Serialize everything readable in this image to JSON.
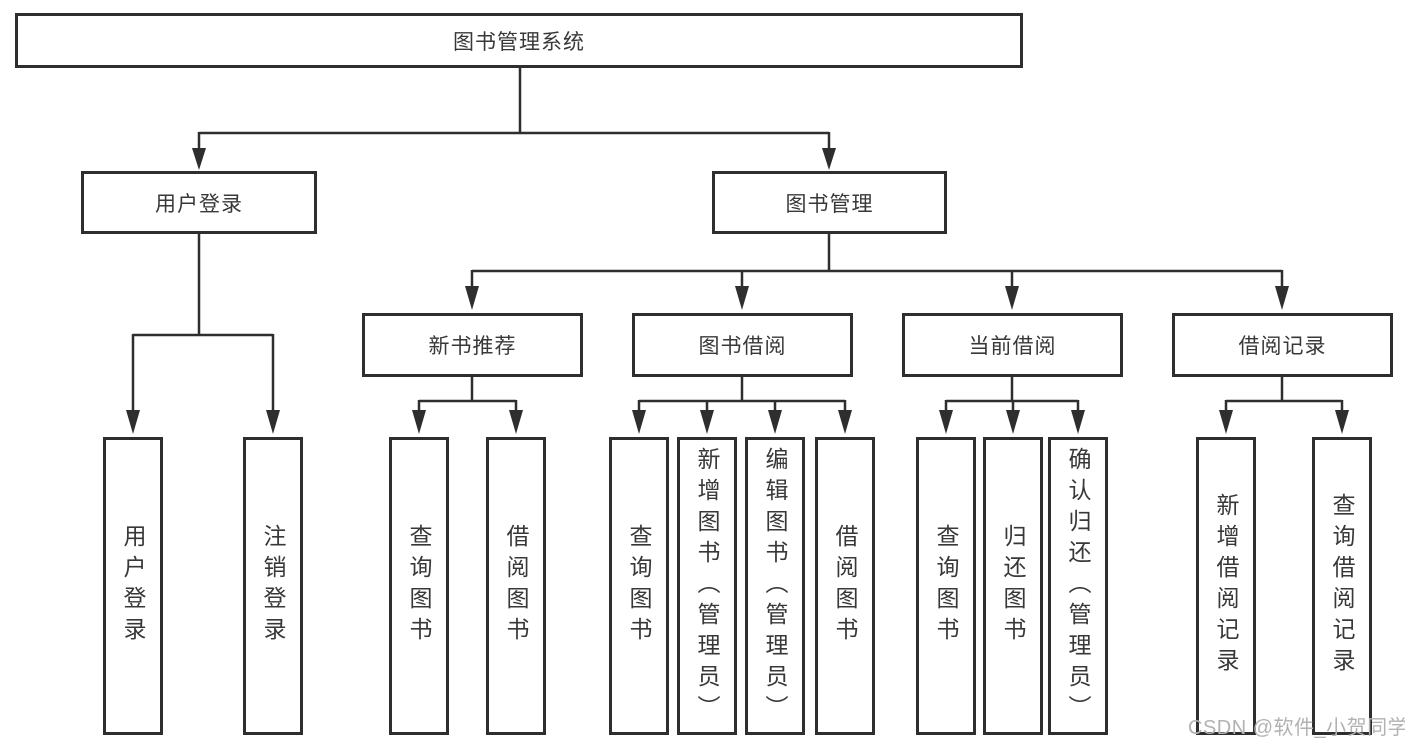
{
  "diagram": {
    "root": {
      "label": "图书管理系统"
    },
    "login": {
      "label": "用户登录",
      "children": [
        "用户登录",
        "注销登录"
      ]
    },
    "management": {
      "label": "图书管理",
      "sections": [
        {
          "label": "新书推荐",
          "children": [
            "查询图书",
            "借阅图书"
          ]
        },
        {
          "label": "图书借阅",
          "children": [
            "查询图书",
            "新增图书（管理员）",
            "编辑图书（管理员）",
            "借阅图书"
          ]
        },
        {
          "label": "当前借阅",
          "children": [
            "查询图书",
            "归还图书",
            "确认归还（管理员）"
          ]
        },
        {
          "label": "借阅记录",
          "children": [
            "新增借阅记录",
            "查询借阅记录"
          ]
        }
      ]
    }
  },
  "watermark": "CSDN @软件_小贺同学",
  "colors": {
    "line": "#2e2e2e",
    "text": "#383838",
    "watermark": "#b2b2b2",
    "background": "#ffffff"
  }
}
